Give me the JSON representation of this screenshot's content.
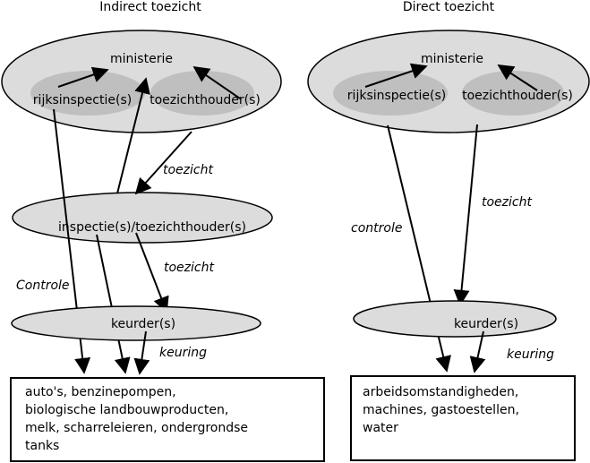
{
  "left": {
    "title": "Indirect toezicht",
    "ministerie": "ministerie",
    "rijksinspectie": "rijksinspectie(s)",
    "toezichthouder": "toezichthouder(s)",
    "toezicht_upper": "toezicht",
    "inspectie": "inspectie(s)/toezichthouder(s)",
    "toezicht_lower": "toezicht",
    "controle": "Controle",
    "keurder": "keurder(s)",
    "keuring": "keuring",
    "box_lines": [
      "auto's, benzinepompen,",
      "biologische landbouwproducten,",
      "melk, scharreleieren, ondergrondse",
      "tanks"
    ]
  },
  "right": {
    "title": "Direct toezicht",
    "ministerie": "ministerie",
    "rijksinspectie": "rijksinspectie(s)",
    "toezichthouder": "toezichthouder(s)",
    "toezicht": "toezicht",
    "controle": "controle",
    "keurder": "keurder(s)",
    "keuring": "keuring",
    "box_lines": [
      "arbeidsomstandigheden,",
      "machines, gastoestellen,",
      "water"
    ]
  },
  "colors": {
    "outer_ellipse": "#dcdcdc",
    "inner_ellipse": "#bfbfbf",
    "stroke": "#000000"
  }
}
